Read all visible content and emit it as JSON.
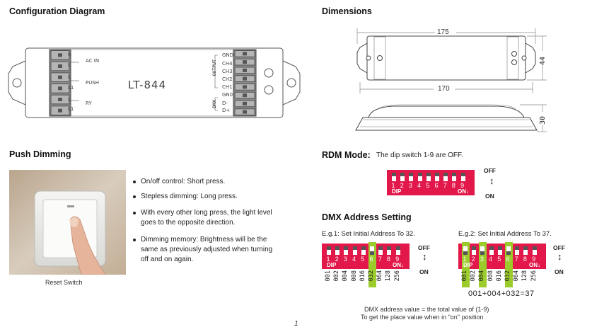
{
  "config": {
    "title": "Configuration Diagram",
    "model": "LT-844",
    "left_terminals": [
      "N",
      "L",
      "L",
      "L1",
      "L",
      "L1"
    ],
    "left_labels": [
      "AC IN",
      "PUSH",
      "RY"
    ],
    "right_terminals": [
      "GND",
      "CH4",
      "CH3",
      "CH2",
      "CH1",
      "GN0",
      "D-",
      "D+"
    ],
    "output_label": "OUTPUT",
    "dmx_label": "DMX"
  },
  "dimensions": {
    "title": "Dimensions",
    "length": "175",
    "inner_length": "170",
    "width": "44",
    "height": "30"
  },
  "push": {
    "title": "Push Dimming",
    "bullets": [
      [
        "On/off control: Short press."
      ],
      [
        "Stepless dimming: Long press."
      ],
      [
        "With every other long press, the light level",
        "goes to the opposite direction."
      ],
      [
        "Dimming memory: Brightness will be the",
        "same as previously adjusted when turning",
        "off and on again."
      ]
    ],
    "caption": "Reset Switch"
  },
  "rdm": {
    "title": "RDM Mode:",
    "text": "The dip switch 1-9 are OFF.",
    "off": "OFF",
    "on": "ON"
  },
  "dip": {
    "numbers": [
      "1",
      "2",
      "3",
      "4",
      "5",
      "6",
      "7",
      "8",
      "9"
    ],
    "dip_label": "DIP",
    "on_label": "ON",
    "values": [
      "001",
      "002",
      "004",
      "008",
      "016",
      "032",
      "064",
      "128",
      "256"
    ]
  },
  "dmx": {
    "title": "DMX Address Setting",
    "ex1": "E.g.1: Set Initial Address To 32.",
    "ex2": "E.g.2: Set Initial Address To 37.",
    "ex1_on": [
      6
    ],
    "ex2_on": [
      1,
      3,
      6
    ],
    "sum": "001+004+032=37",
    "note1": "DMX address value = the total value of (1-9)",
    "note2": "To get the place value when in \"on\" position"
  },
  "page_number": "1",
  "colors": {
    "dip_red": "#e2174a",
    "dip_green": "#9ccc2c",
    "line": "#555555"
  }
}
